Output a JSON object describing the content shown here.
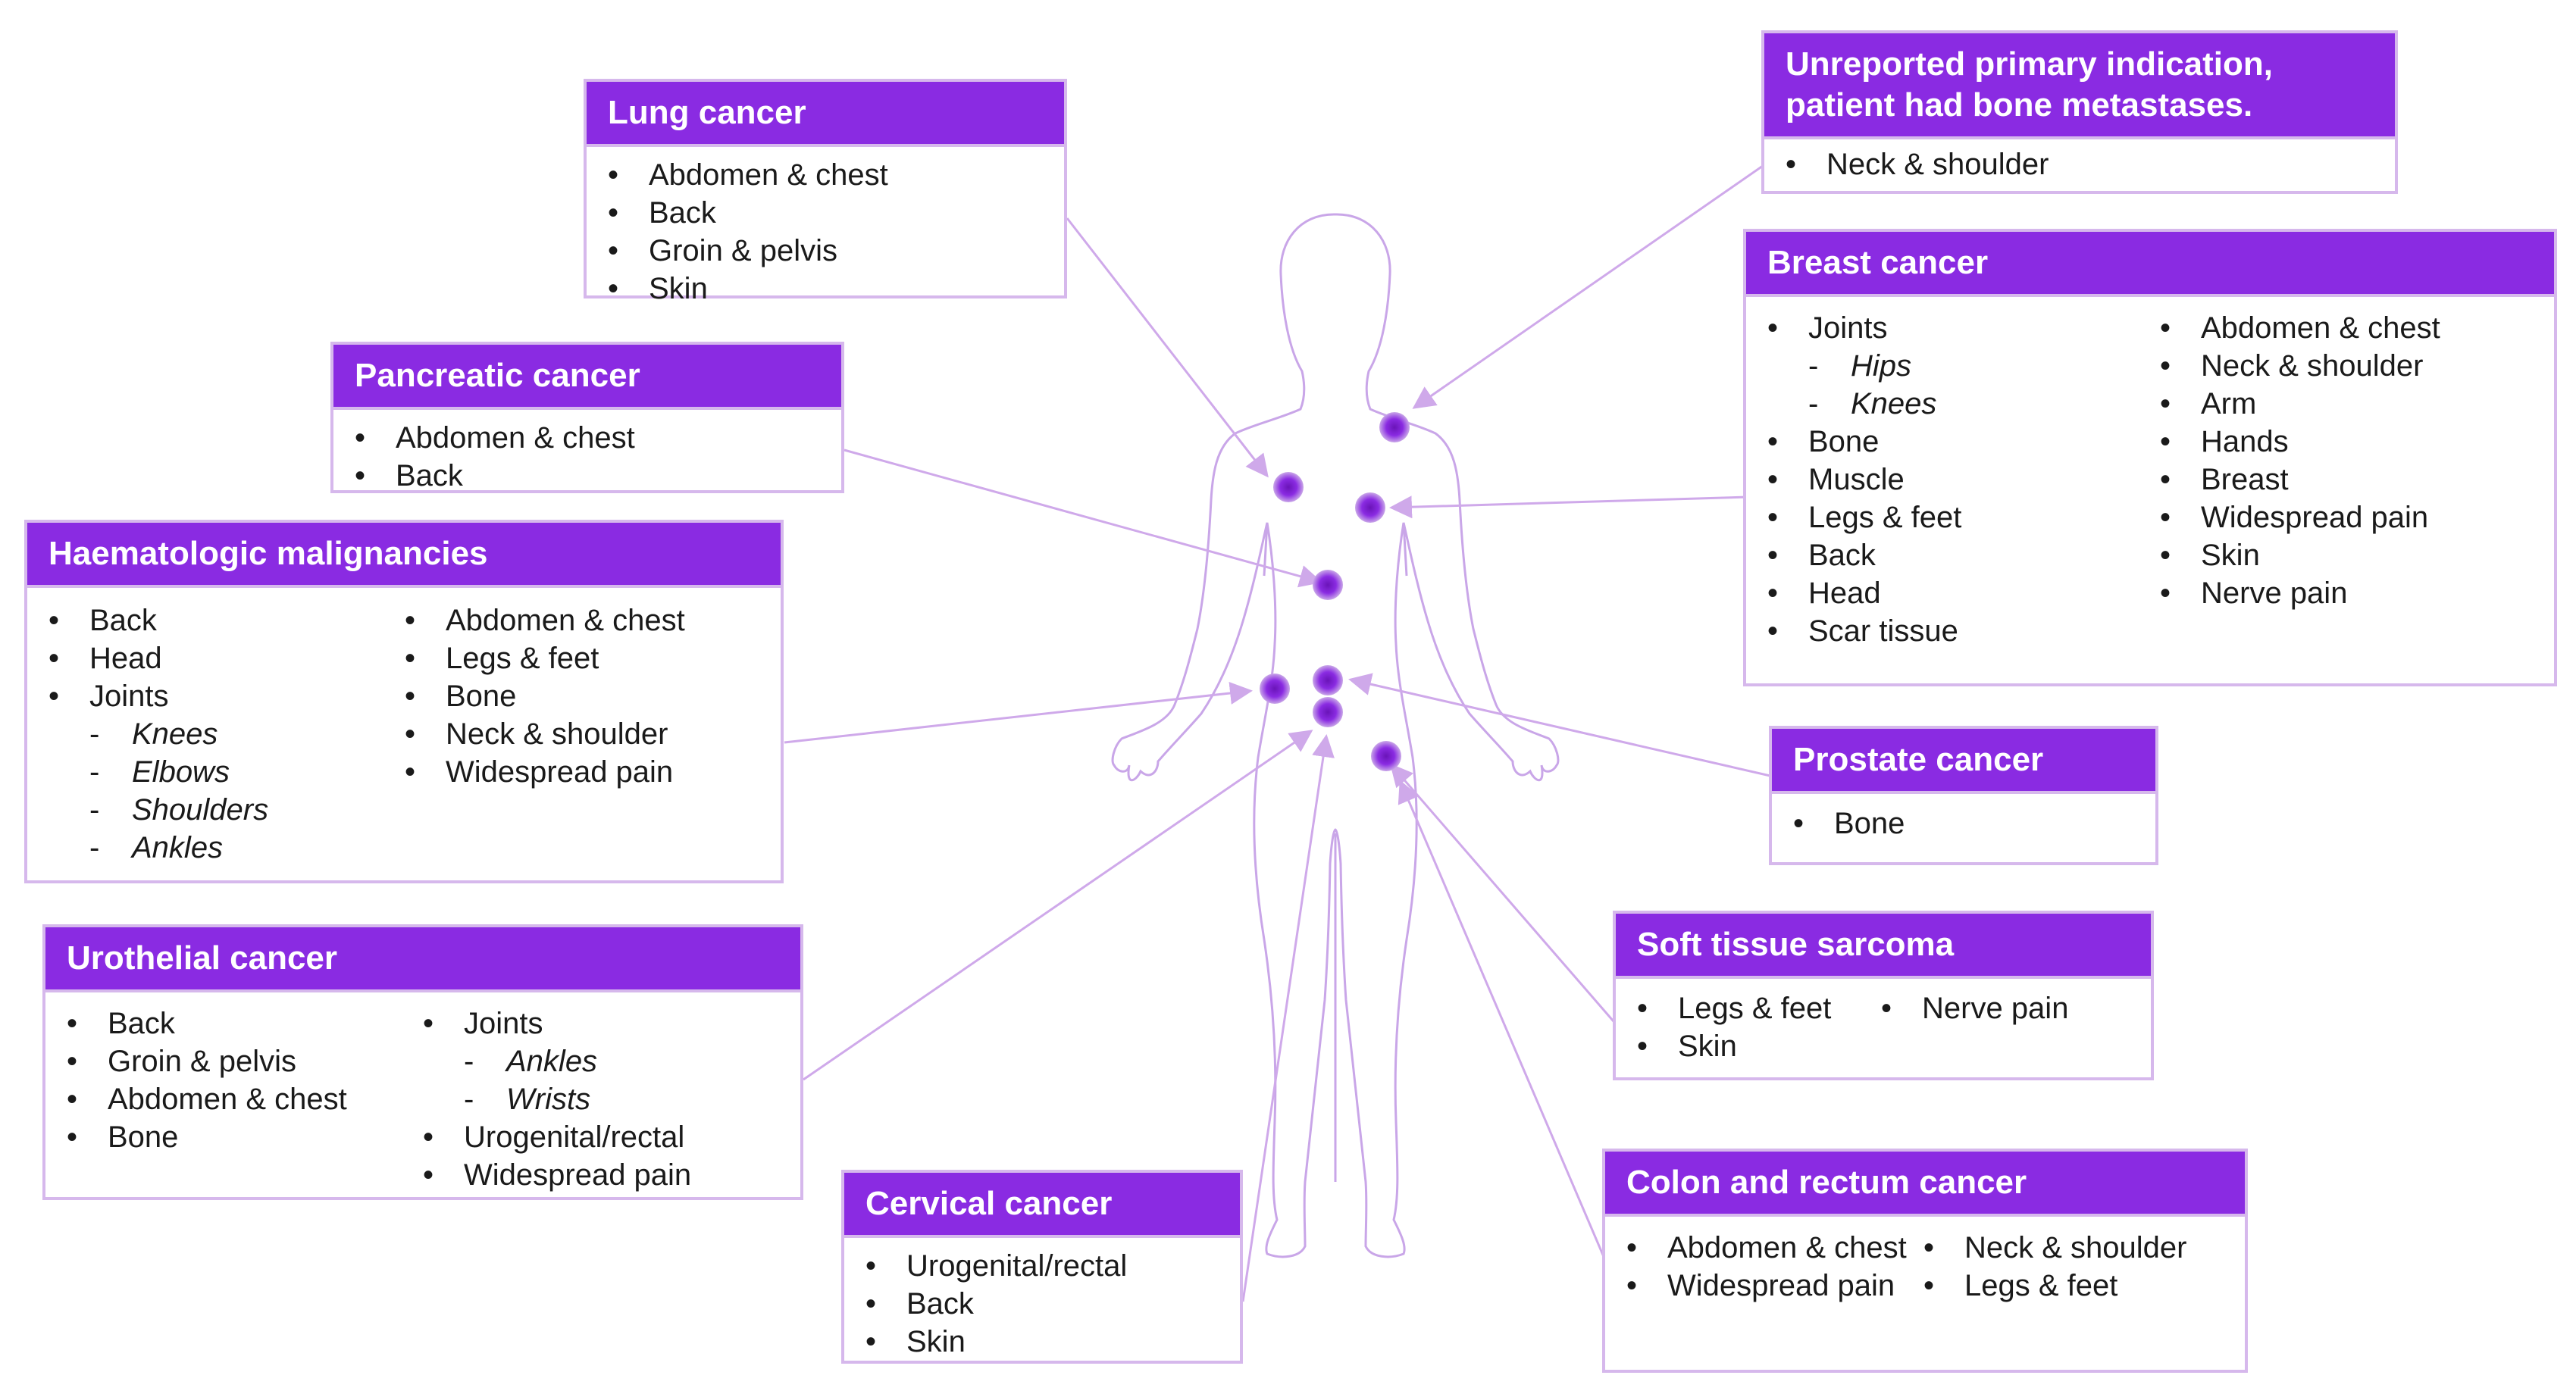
{
  "colors": {
    "header_fill": "#8a2be2",
    "box_border": "#d6b8ec",
    "silhouette": "#c9a6e8",
    "connector": "#cfa9ea",
    "marker": "#8a2be2"
  },
  "boxes": {
    "lung": {
      "title": "Lung cancer",
      "items": [
        "Abdomen & chest",
        "Back",
        "Groin & pelvis",
        "Skin"
      ]
    },
    "pancreatic": {
      "title": "Pancreatic cancer",
      "items": [
        "Abdomen & chest",
        "Back"
      ]
    },
    "haematologic": {
      "title": "Haematologic malignancies",
      "col1": {
        "back": "Back",
        "head": "Head",
        "joints": "Joints",
        "joints_sub": [
          "Knees",
          "Elbows",
          "Shoulders",
          "Ankles"
        ]
      },
      "col2": [
        "Abdomen & chest",
        "Legs & feet",
        "Bone",
        "Neck & shoulder",
        "Widespread pain"
      ]
    },
    "urothelial": {
      "title": "Urothelial cancer",
      "col1": [
        "Back",
        "Groin & pelvis",
        "Abdomen & chest",
        "Bone"
      ],
      "col2": {
        "joints": "Joints",
        "joints_sub": [
          "Ankles",
          "Wrists"
        ],
        "urogenital": "Urogenital/rectal",
        "widespread": "Widespread pain"
      }
    },
    "cervical": {
      "title": "Cervical cancer",
      "items": [
        "Urogenital/rectal",
        "Back",
        "Skin"
      ]
    },
    "unreported": {
      "title_line1": "Unreported primary indication,",
      "title_line2": "patient had bone metastases.",
      "items": [
        "Neck & shoulder"
      ]
    },
    "breast": {
      "title": "Breast cancer",
      "col1": {
        "joints": "Joints",
        "joints_sub": [
          "Hips",
          "Knees"
        ],
        "rest": [
          "Bone",
          "Muscle",
          "Legs & feet",
          "Back",
          "Head",
          "Scar tissue"
        ]
      },
      "col2": [
        "Abdomen & chest",
        "Neck & shoulder",
        "Arm",
        "Hands",
        "Breast",
        "Widespread pain",
        "Skin",
        "Nerve pain"
      ]
    },
    "prostate": {
      "title": "Prostate cancer",
      "items": [
        "Bone"
      ]
    },
    "soft_tissue": {
      "title": "Soft tissue sarcoma",
      "col1": [
        "Legs & feet",
        "Skin"
      ],
      "col2": [
        "Nerve pain"
      ]
    },
    "colon": {
      "title": "Colon and rectum cancer",
      "col1": [
        "Abdomen & chest",
        "Widespread pain"
      ],
      "col2": [
        "Neck & shoulder",
        "Legs & feet"
      ]
    }
  }
}
